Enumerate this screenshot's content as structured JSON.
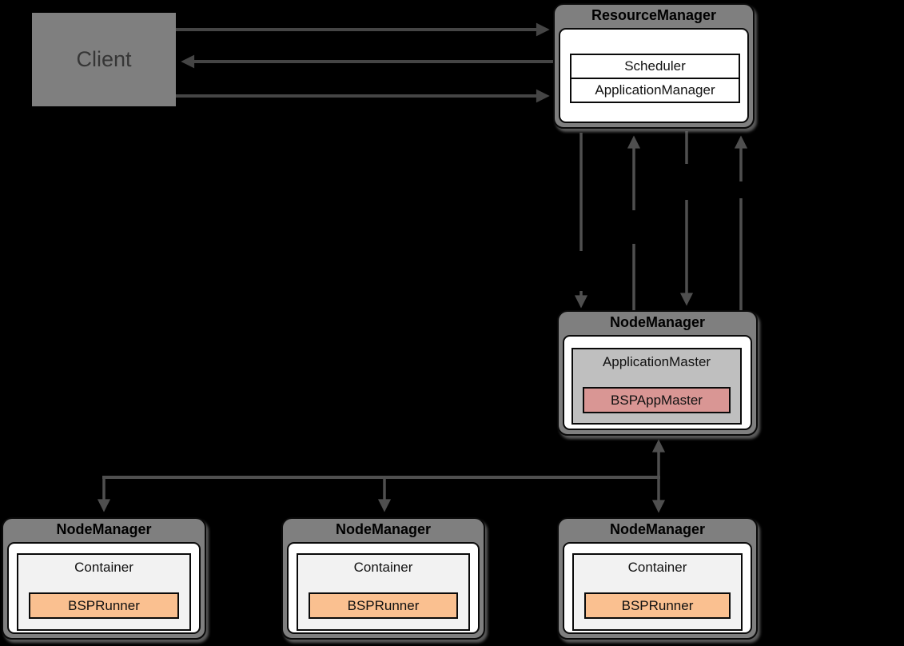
{
  "diagram": {
    "client": {
      "label": "Client"
    },
    "resource_manager": {
      "title": "ResourceManager",
      "components": [
        "Scheduler",
        "ApplicationManager"
      ]
    },
    "app_master_node": {
      "title": "NodeManager",
      "container_label": "ApplicationMaster",
      "inner_label": "BSPAppMaster"
    },
    "workers": [
      {
        "title": "NodeManager",
        "container_label": "Container",
        "runner_label": "BSPRunner"
      },
      {
        "title": "NodeManager",
        "container_label": "Container",
        "runner_label": "BSPRunner"
      },
      {
        "title": "NodeManager",
        "container_label": "Container",
        "runner_label": "BSPRunner"
      }
    ]
  },
  "colors": {
    "background": "#000000",
    "box_gray": "#7f7f7f",
    "white": "#ffffff",
    "border": "#0a0a0a",
    "header_text": "#000000",
    "label_text": "#111111",
    "client_text": "#363636",
    "app_master_gray": "#bfbfbf",
    "bsp_app_master_pink": "#d99694",
    "container_gray": "#f2f2f2",
    "bsp_runner_orange": "#fac090",
    "arrow": "#4f4f4f",
    "arrow_client": "#454545",
    "shadow": "#6a6a6a"
  }
}
